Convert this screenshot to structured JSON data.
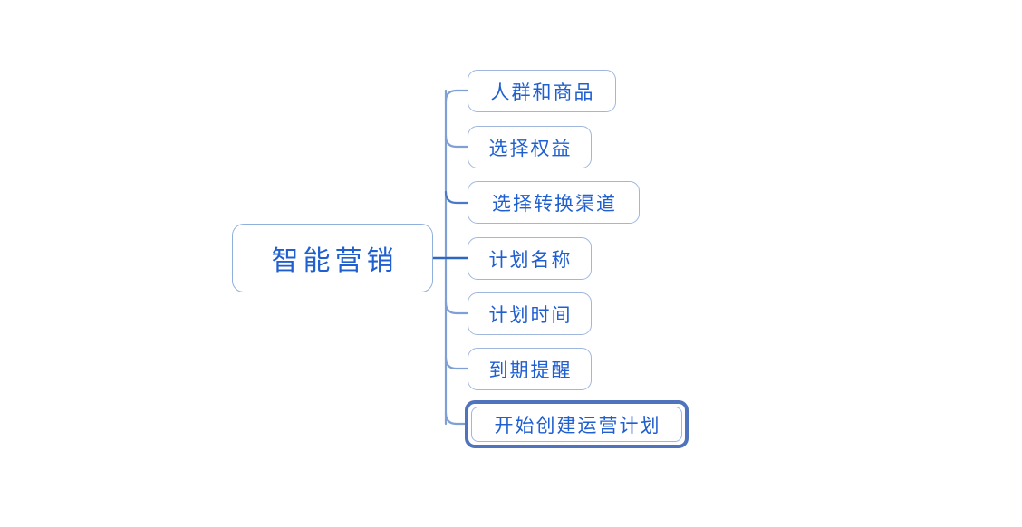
{
  "diagram": {
    "type": "mind-map",
    "background_color": "#ffffff",
    "accent_color": "#1f5fd0",
    "border_color": "#9fb6dd",
    "connector_color": "#7fa0d4",
    "selection_color": "#4f74bd",
    "root": {
      "label": "智能营销"
    },
    "children": [
      {
        "label": "人群和商品",
        "selected": false
      },
      {
        "label": "选择权益",
        "selected": false
      },
      {
        "label": "选择转换渠道",
        "selected": false
      },
      {
        "label": "计划名称",
        "selected": false
      },
      {
        "label": "计划时间",
        "selected": false
      },
      {
        "label": "到期提醒",
        "selected": false
      },
      {
        "label": "开始创建运营计划",
        "selected": true
      }
    ]
  }
}
